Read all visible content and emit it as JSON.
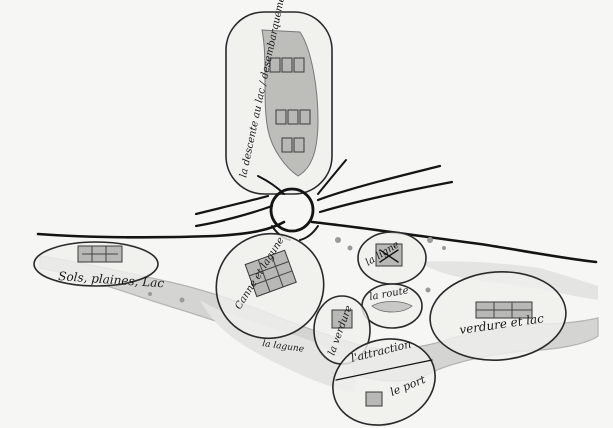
{
  "sketch": {
    "labels": {
      "road_note": "la descente au lac / desembarquement bateaux",
      "west_zone": "Sols, plaines, Lac",
      "centre_zone": "Canne et lagune",
      "lagune_small": "la lagune",
      "north_small": "la ligne",
      "middle_small": "la route",
      "verdure_small": "la verdure",
      "east_zone": "verdure et lac",
      "south_line1": "l'attraction",
      "south_line2": "le port"
    },
    "colors": {
      "ink": "#141414",
      "wash": "#cfd0ce",
      "paper": "#f6f6f4"
    }
  }
}
